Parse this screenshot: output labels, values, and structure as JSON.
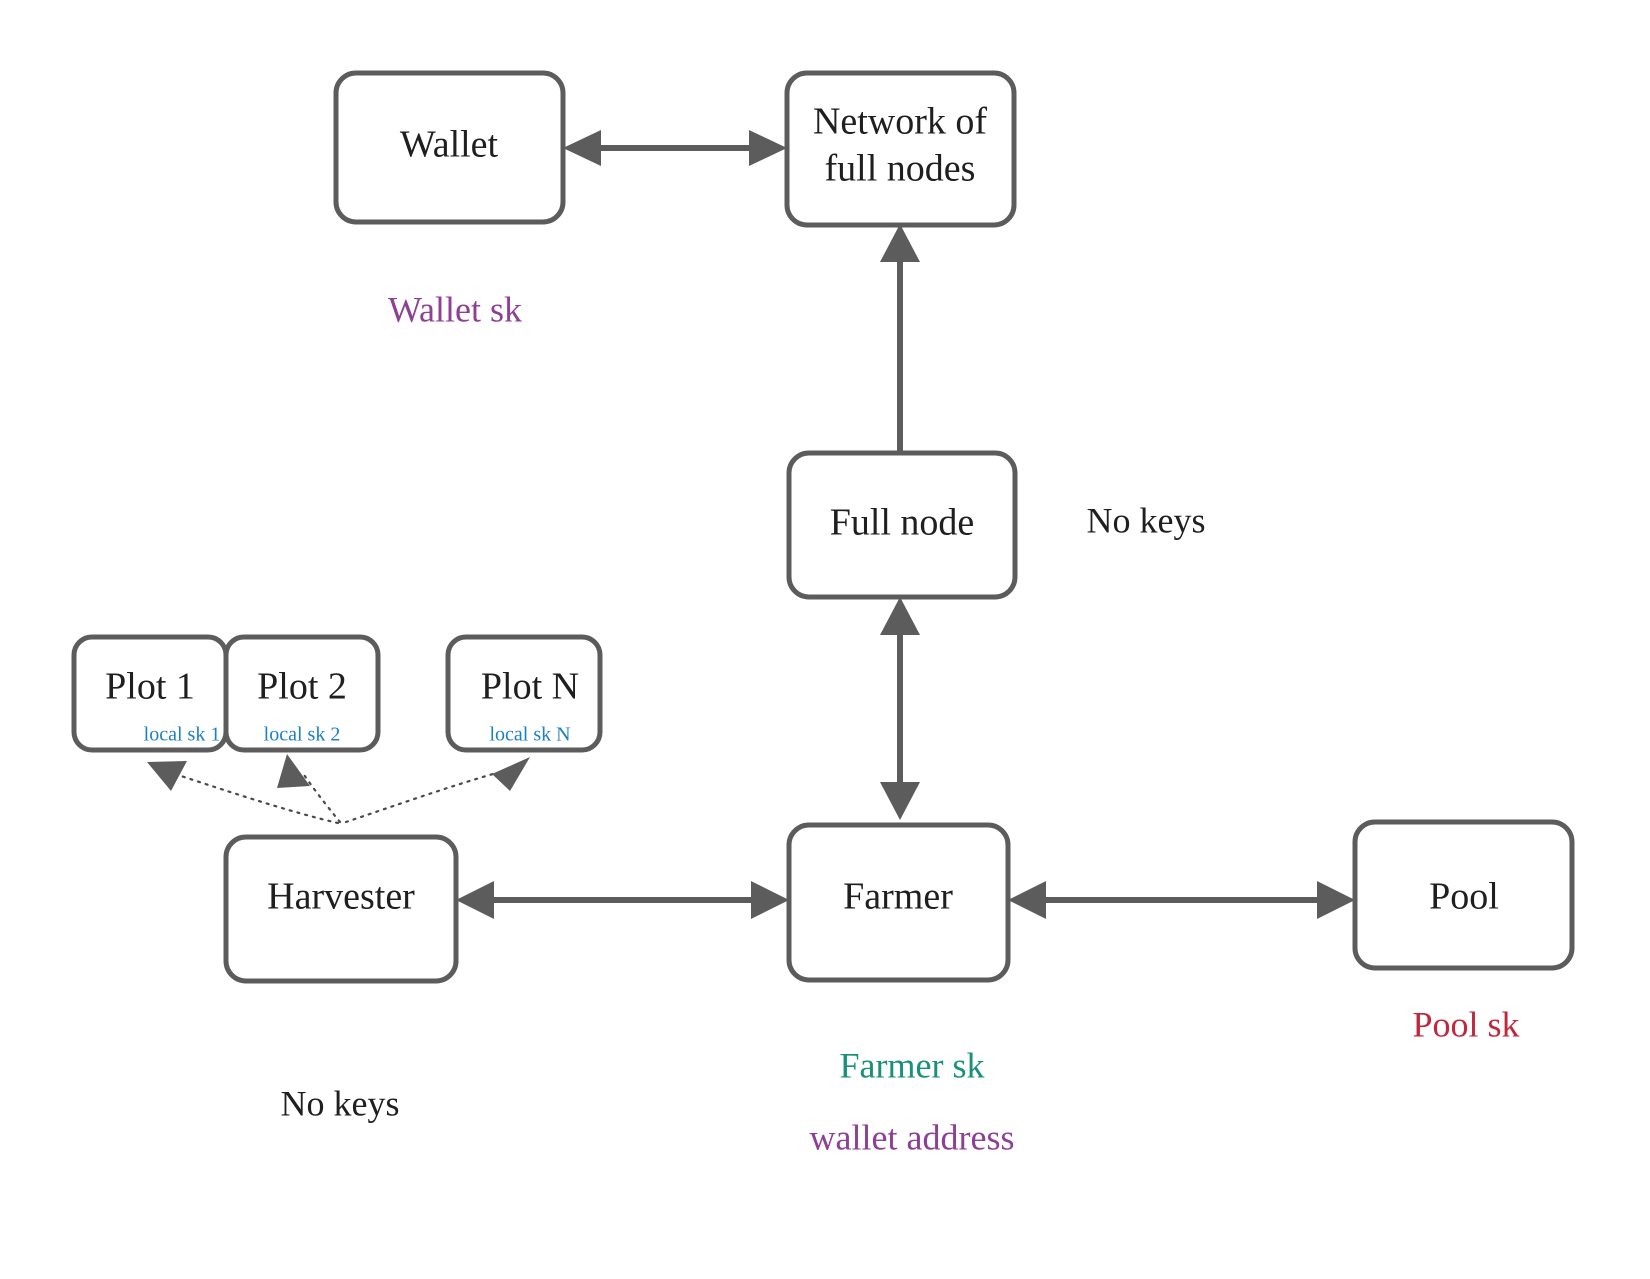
{
  "diagram": {
    "title": "Chia network component and key ownership diagram",
    "background_color": "#ffffff",
    "box_stroke_color": "#5c5c5c",
    "text_color": "#1f1f1f"
  },
  "nodes": {
    "wallet": {
      "label": "Wallet"
    },
    "network": {
      "label_line1": "Network of",
      "label_line2": "full nodes"
    },
    "full_node": {
      "label": "Full node"
    },
    "harvester": {
      "label": "Harvester"
    },
    "farmer": {
      "label": "Farmer"
    },
    "pool": {
      "label": "Pool"
    },
    "plot1": {
      "label": "Plot 1",
      "key_label": "local sk 1"
    },
    "plot2": {
      "label": "Plot 2",
      "key_label": "local sk 2"
    },
    "plotn": {
      "label": "Plot N",
      "key_label": "local sk N"
    }
  },
  "annotations": {
    "wallet_sk": {
      "text": "Wallet sk",
      "color": "#8e3f96"
    },
    "no_keys_fullnode": {
      "text": "No keys",
      "color": "#1f1f1f"
    },
    "no_keys_harvester": {
      "text": "No keys",
      "color": "#1f1f1f"
    },
    "farmer_sk": {
      "text": "Farmer sk",
      "color": "#19917a"
    },
    "wallet_address": {
      "text": "wallet address",
      "color": "#8e3f96"
    },
    "pool_sk": {
      "text": "Pool sk",
      "color": "#c0283c"
    },
    "local_sk_color": "#1c7fc4"
  },
  "edges": [
    {
      "name": "wallet-network",
      "from": "wallet",
      "to": "network",
      "style": "solid",
      "heads": "both"
    },
    {
      "name": "fullnode-network",
      "from": "full_node",
      "to": "network",
      "style": "solid",
      "heads": "end"
    },
    {
      "name": "fullnode-farmer",
      "from": "full_node",
      "to": "farmer",
      "style": "solid",
      "heads": "both"
    },
    {
      "name": "harvester-farmer",
      "from": "harvester",
      "to": "farmer",
      "style": "solid",
      "heads": "both"
    },
    {
      "name": "farmer-pool",
      "from": "farmer",
      "to": "pool",
      "style": "solid",
      "heads": "both"
    },
    {
      "name": "harvester-plot1",
      "from": "harvester",
      "to": "plot1",
      "style": "dotted",
      "heads": "end"
    },
    {
      "name": "harvester-plot2",
      "from": "harvester",
      "to": "plot2",
      "style": "dotted",
      "heads": "end"
    },
    {
      "name": "harvester-plotn",
      "from": "harvester",
      "to": "plotn",
      "style": "dotted",
      "heads": "end"
    }
  ]
}
